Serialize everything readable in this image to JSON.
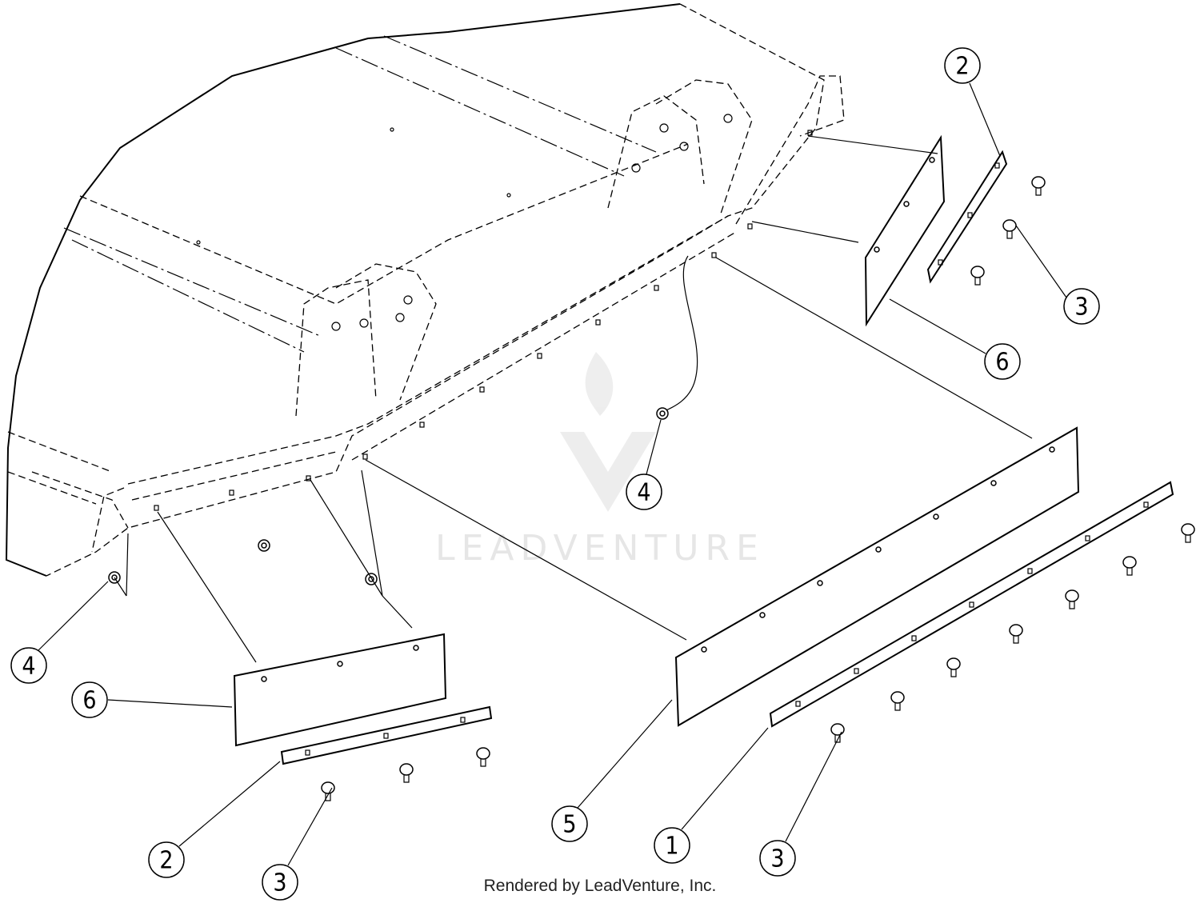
{
  "diagram": {
    "watermark": "LEADVENTURE",
    "footer": "Rendered by LeadVenture, Inc.",
    "callouts": [
      {
        "id": "c-2-top",
        "label": "2"
      },
      {
        "id": "c-3-right",
        "label": "3"
      },
      {
        "id": "c-6-right",
        "label": "6"
      },
      {
        "id": "c-4-mid",
        "label": "4"
      },
      {
        "id": "c-4-left",
        "label": "4"
      },
      {
        "id": "c-6-left",
        "label": "6"
      },
      {
        "id": "c-2-bottom",
        "label": "2"
      },
      {
        "id": "c-3-bottom-left",
        "label": "3"
      },
      {
        "id": "c-5",
        "label": "5"
      },
      {
        "id": "c-1",
        "label": "1"
      },
      {
        "id": "c-3-bottom-right",
        "label": "3"
      }
    ]
  }
}
